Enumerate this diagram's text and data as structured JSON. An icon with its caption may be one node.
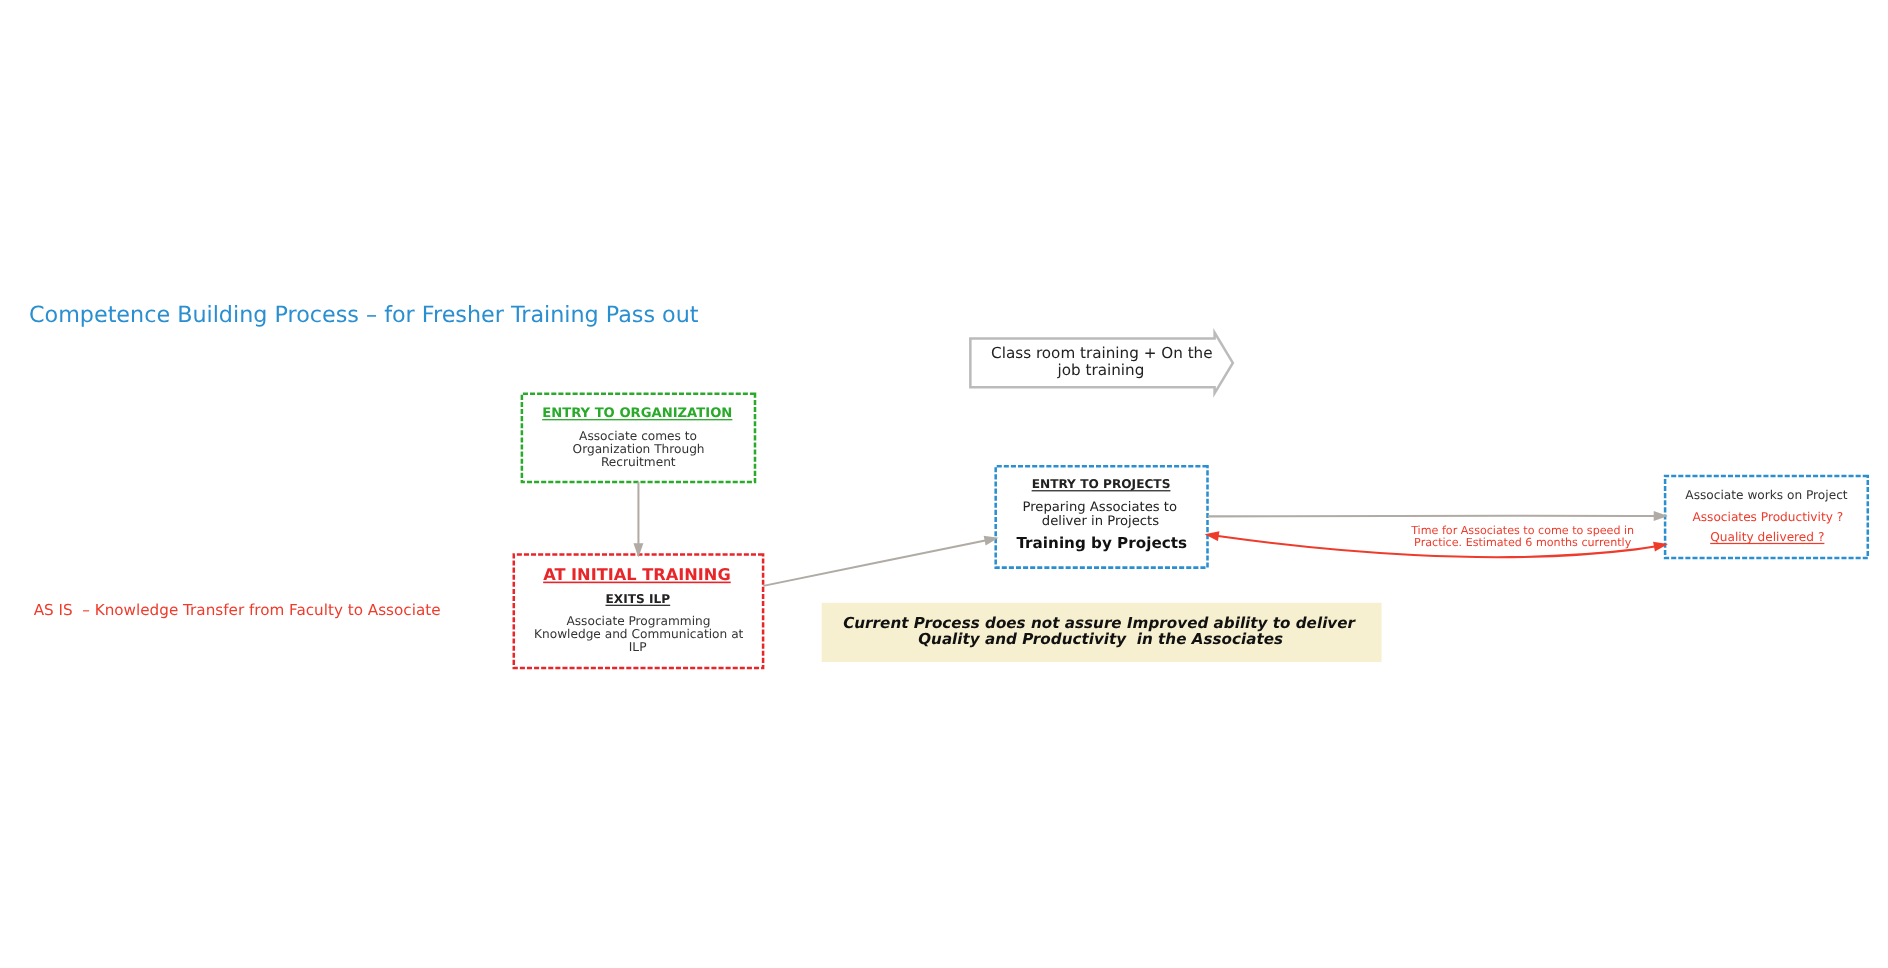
{
  "diagram": {
    "title": "Competence Building Process – for Fresher Training Pass out",
    "nodes": [
      {
        "text": [
          "AT INITIAL TRAINING",
          "EXITS ILP",
          "Associate Programming Knowledge and Communication at ILP"
        ]
      },
      {
        "text": [
          "ENTRY TO ORGANIZATION",
          "Associate comes to Organization Through Recruitment"
        ]
      },
      {
        "text": [
          "Class room training + On the job training"
        ]
      },
      {
        "text": [
          "ENTRY TO PROJECTS",
          "Preparing Associates to deliver in Projects",
          "Training by Projects"
        ]
      },
      {
        "text": [
          "Associate works on Project",
          "Associates Productivity ?",
          "Quality delivered ?"
        ]
      },
      {
        "text": [
          "Current Process does not assure Improved ability to deliver Quality and Productivity  in the Associates"
        ]
      }
    ],
    "edges": [
      {
        "from": 1,
        "to": 0,
        "arrow": "to"
      },
      {
        "from": 0,
        "to": 3,
        "arrow": "to"
      },
      {
        "from": 3,
        "to": 4,
        "arrow": "to"
      },
      {
        "from": 3,
        "to": 4,
        "arrow": "both",
        "label": "Time for Associates to come to speed in Practice. Estimated 6 months currently",
        "color": "#ee3b2b"
      }
    ],
    "labels": [
      "AS IS  – Knowledge Transfer from Faculty to Associate"
    ]
  }
}
